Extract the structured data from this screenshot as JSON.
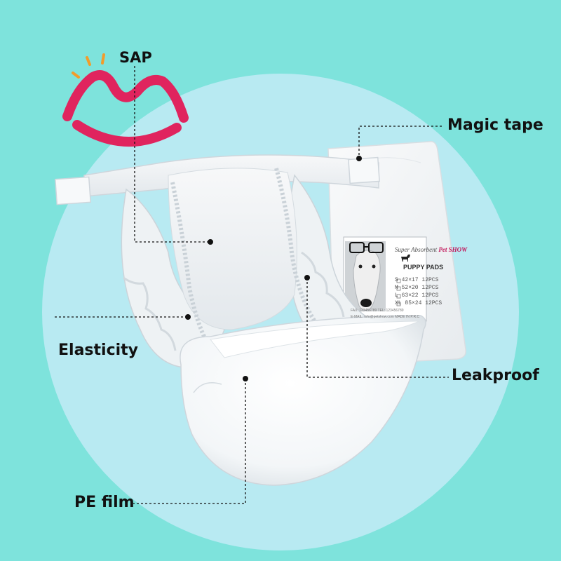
{
  "callouts": {
    "sap": "SAP",
    "magic_tape": "Magic tape",
    "elasticity": "Elasticity",
    "leakproof": "Leakproof",
    "pe_film": "PE film"
  },
  "package": {
    "brand_prefix": "Super Absorbent",
    "brand_name": "Pet SHOW",
    "product": "PUPPY PADS",
    "sizes": [
      "S  42×17 12PCS",
      "M  52×20 12PCS",
      "L  63×22 12PCS",
      "XL 85×24 12PCS"
    ],
    "fine_print_1": "FAX: 123456789 TEL: 123456789",
    "fine_print_2": "E-MAIL: info@petshow.com   MADE IN P.R.C"
  },
  "colors": {
    "background": "#7ee3dc",
    "circle": "#b8eaf2",
    "sap_wave": "#e0245e",
    "sap_sparks": "#f29c2b",
    "leader_line": "#111111"
  },
  "icons": [
    "sap-wave-icon",
    "dog-silhouette-icon"
  ]
}
